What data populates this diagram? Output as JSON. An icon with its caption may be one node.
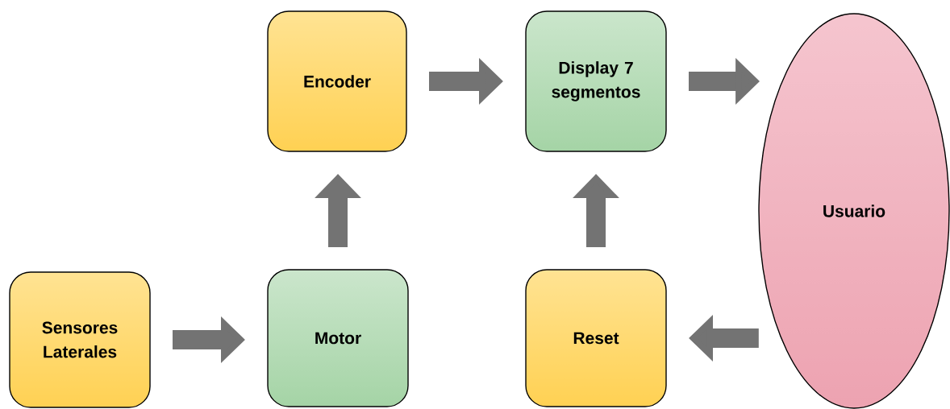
{
  "diagram": {
    "nodes": [
      {
        "text": [
          "Sensores Laterales"
        ]
      },
      {
        "text": [
          "Motor"
        ]
      },
      {
        "text": [
          "Encoder"
        ]
      },
      {
        "text": [
          "Display 7 segmentos"
        ]
      },
      {
        "text": [
          "Reset"
        ]
      },
      {
        "text": [
          "Usuario"
        ]
      }
    ],
    "edges": [
      {
        "from": 0,
        "to": 1,
        "arrow": "to"
      },
      {
        "from": 1,
        "to": 2,
        "arrow": "to"
      },
      {
        "from": 2,
        "to": 3,
        "arrow": "to"
      },
      {
        "from": 4,
        "to": 3,
        "arrow": "to"
      },
      {
        "from": 3,
        "to": 5,
        "arrow": "to"
      },
      {
        "from": 5,
        "to": 4,
        "arrow": "to"
      }
    ]
  }
}
